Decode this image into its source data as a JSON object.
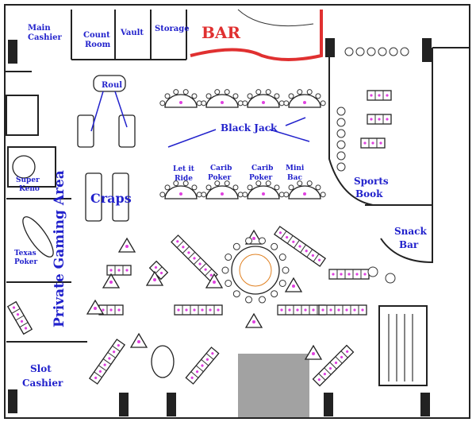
{
  "title": "Casino Floor Plan",
  "rooms": {
    "main_cashier": [
      "Main",
      "Cashier"
    ],
    "count_room": [
      "Count",
      "Room"
    ],
    "vault": "Vault",
    "storage": "Storage",
    "bar": "BAR",
    "roulette": "Roul",
    "black_jack": "Black Jack",
    "let_it_ride": [
      "Let it",
      "Ride"
    ],
    "carib_poker_1": [
      "Carib",
      "Poker"
    ],
    "carib_poker_2": [
      "Carib",
      "Poker"
    ],
    "mini_bac": [
      "Mini",
      "Bac"
    ],
    "craps": "Craps",
    "super_keno": [
      "Super",
      "Keno"
    ],
    "texas_poker": [
      "Texas",
      "Poker"
    ],
    "private_gaming": "Private Gaming Area",
    "sports_book": [
      "Sports",
      "Book"
    ],
    "snack_bar": [
      "Snack",
      "Bar"
    ],
    "slot_cashier": [
      "Slot",
      "Cashier"
    ]
  },
  "colors": {
    "label": "#2222cc",
    "bar": "#e03030",
    "accent": "#e040e0",
    "wall": "#222222"
  }
}
